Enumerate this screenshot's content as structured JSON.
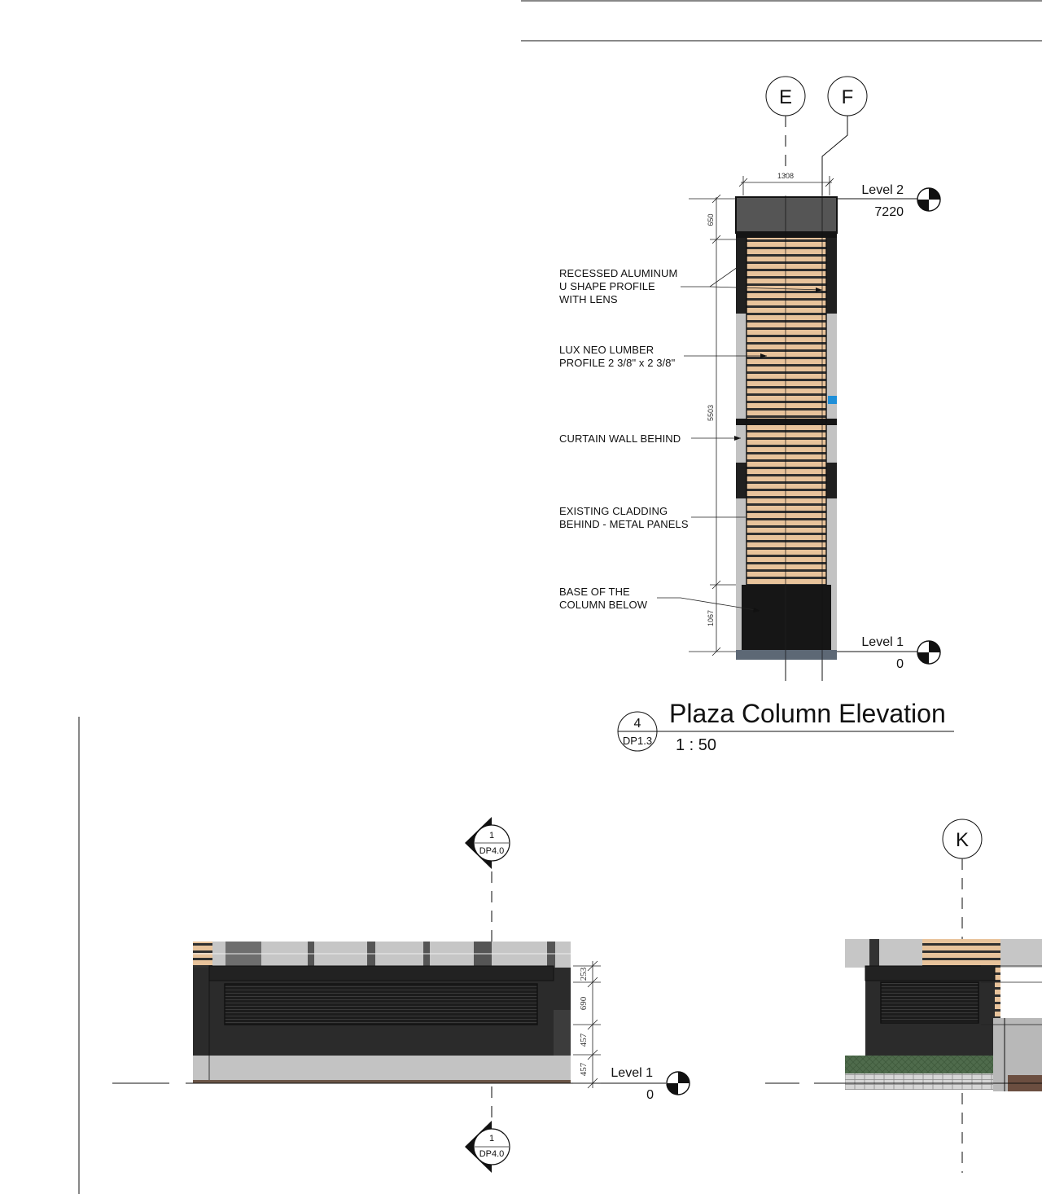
{
  "sheet": {
    "colors": {
      "ink": "#111111",
      "dark_cladding": "#2b2b2b",
      "grey_cladding": "#c3c3c3",
      "lumber": "#e8c39b",
      "slat_gap": "#303030",
      "accent_blue": "#1f8fd8",
      "green_planting": "#4f6b4c"
    }
  },
  "plaza_column_elevation": {
    "grid_lines": [
      "E",
      "F"
    ],
    "top_width_dim": "1308",
    "level_top": {
      "name": "Level 2",
      "elevation": "7220"
    },
    "level_bottom": {
      "name": "Level 1",
      "elevation": "0"
    },
    "vertical_dims": [
      "650",
      "5503",
      "1067"
    ],
    "notes": [
      {
        "lines": [
          "RECESSED ALUMINUM",
          "U SHAPE PROFILE",
          "WITH LENS"
        ]
      },
      {
        "lines": [
          "LUX NEO LUMBER",
          "PROFILE 2 3/8\" x 2 3/8\""
        ]
      },
      {
        "lines": [
          "CURTAIN WALL BEHIND"
        ]
      },
      {
        "lines": [
          "EXISTING CLADDING",
          "BEHIND - METAL PANELS"
        ]
      },
      {
        "lines": [
          "BASE OF THE",
          "COLUMN BELOW"
        ]
      }
    ],
    "view_title": {
      "number": "4",
      "sheet_ref": "DP1.3",
      "title": "Plaza Column Elevation",
      "scale": "1 : 50"
    }
  },
  "lower_left_elevation": {
    "section_marker_top": {
      "number": "1",
      "sheet_ref": "DP4.0"
    },
    "section_marker_bottom": {
      "number": "1",
      "sheet_ref": "DP4.0"
    },
    "vertical_dims": [
      "253",
      "690",
      "457",
      "457"
    ],
    "level": {
      "name": "Level 1",
      "elevation": "0"
    }
  },
  "lower_right_elevation": {
    "grid_line": "K"
  }
}
